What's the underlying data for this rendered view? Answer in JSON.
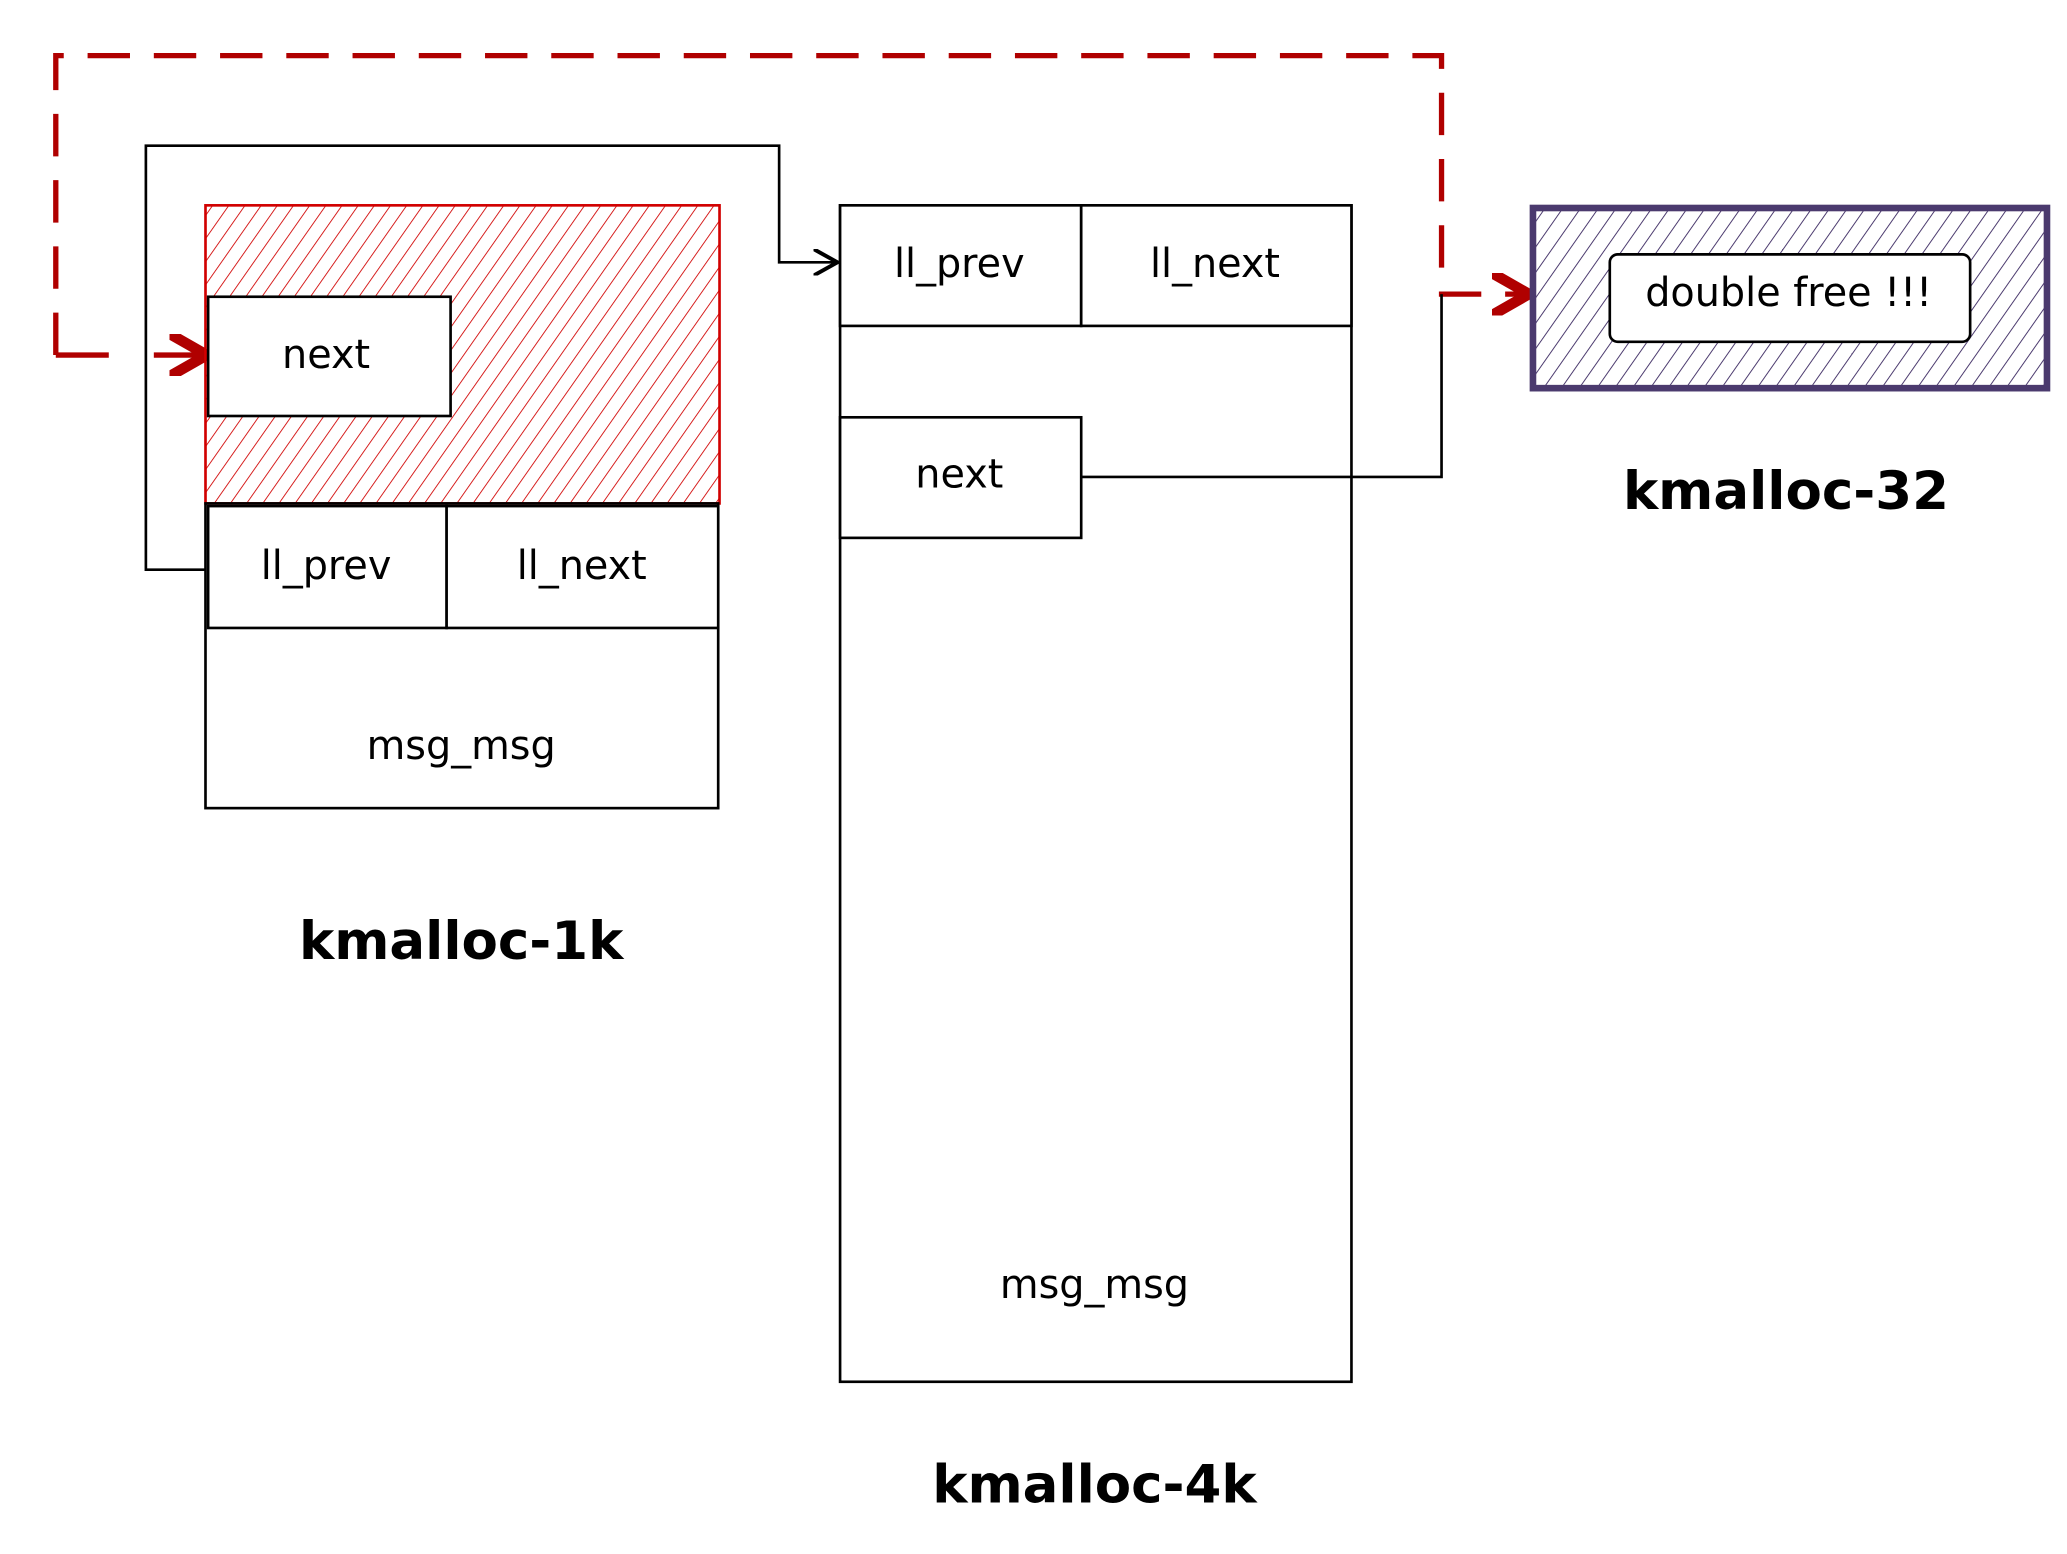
{
  "colors": {
    "freed_hatch": "#d10000",
    "double_free_hatch": "#4b3a6e",
    "dashed_arrow": "#b00000",
    "stroke": "#000000"
  },
  "kmalloc_1k": {
    "title": "kmalloc-1k",
    "next": "next",
    "ll_prev": "ll_prev",
    "ll_next": "ll_next",
    "body": "msg_msg"
  },
  "kmalloc_4k": {
    "title": "kmalloc-4k",
    "next": "next",
    "ll_prev": "ll_prev",
    "ll_next": "ll_next",
    "body": "msg_msg"
  },
  "kmalloc_32": {
    "title": "kmalloc-32",
    "note": "double free !!!"
  }
}
